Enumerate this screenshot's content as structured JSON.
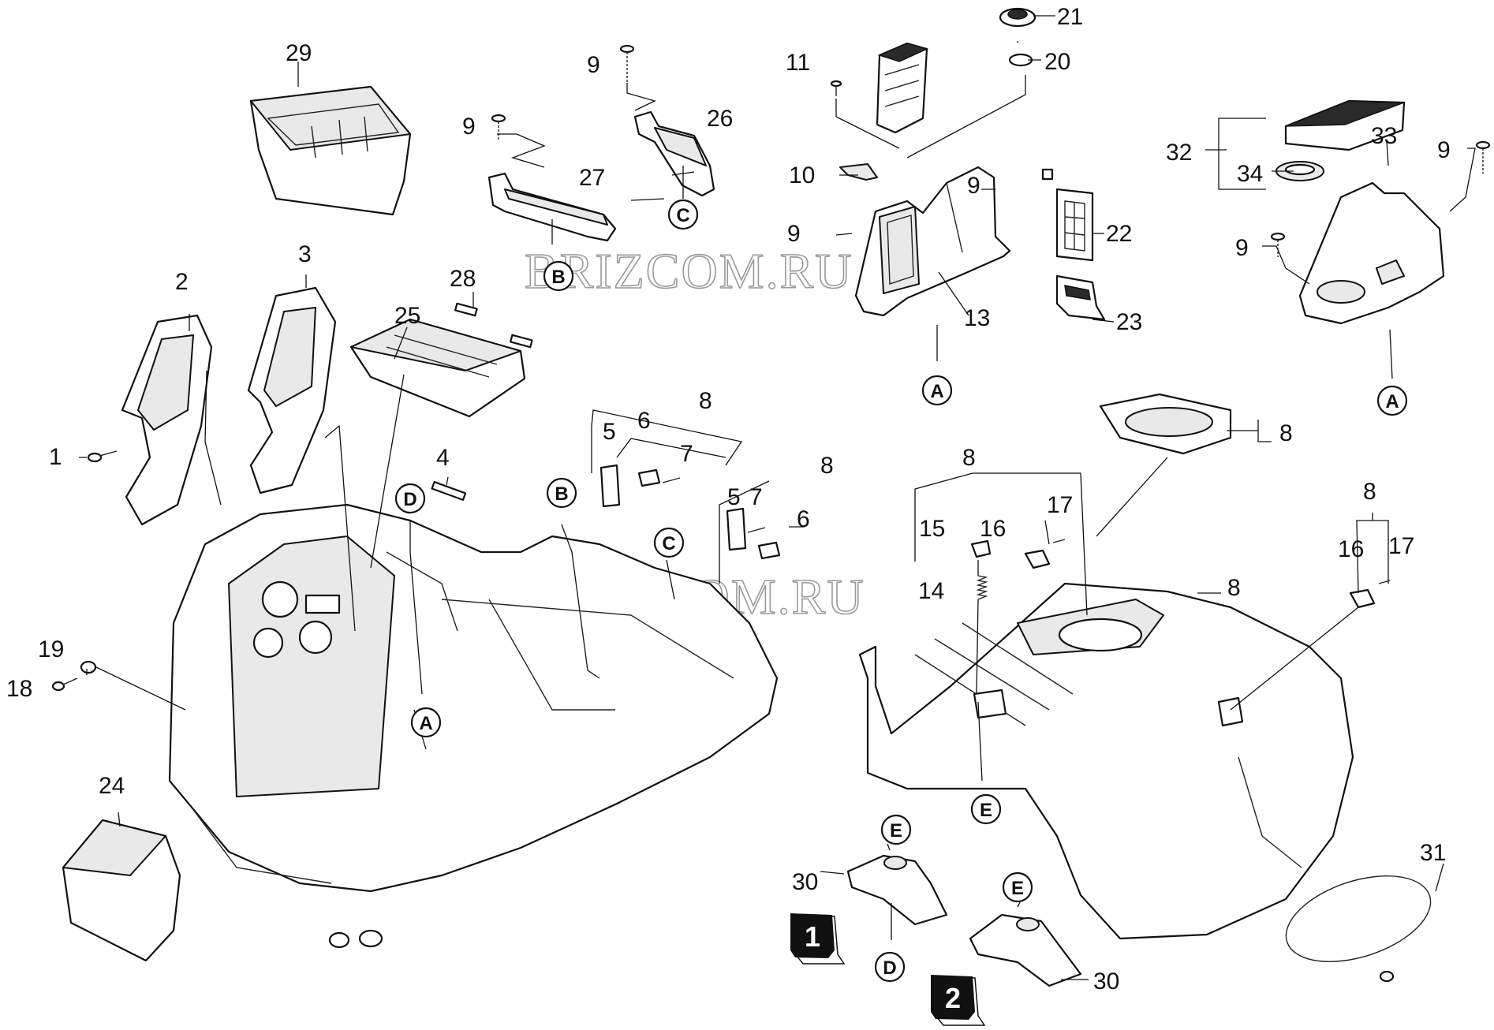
{
  "watermark": {
    "upper": "BRIZCOM.RU",
    "middle": "BRIZCOM.RU"
  },
  "callouts": {
    "c1": "1",
    "c2": "2",
    "c3": "3",
    "c4": "4",
    "c5a": "5",
    "c5b": "5",
    "c6a": "6",
    "c6b": "6",
    "c7a": "7",
    "c7b": "7",
    "c8a": "8",
    "c8b": "8",
    "c8c": "8",
    "c8d": "8",
    "c8e": "8",
    "c8f": "8",
    "c9a": "9",
    "c9b": "9",
    "c9c": "9",
    "c9d": "9",
    "c9e": "9",
    "c9f": "9",
    "c10": "10",
    "c11": "11",
    "c13": "13",
    "c14": "14",
    "c15": "15",
    "c16a": "16",
    "c16b": "16",
    "c17a": "17",
    "c17b": "17",
    "c18": "18",
    "c19": "19",
    "c20": "20",
    "c21": "21",
    "c22": "22",
    "c23": "23",
    "c24": "24",
    "c25": "25",
    "c26": "26",
    "c27": "27",
    "c28": "28",
    "c29": "29",
    "c30a": "30",
    "c30b": "30",
    "c31": "31",
    "c32": "32",
    "c33": "33",
    "c34": "34"
  },
  "reference_letters": {
    "a1": "A",
    "a2": "A",
    "a3": "A",
    "b1": "B",
    "b2": "B",
    "c1": "C",
    "c2": "C",
    "d1": "D",
    "d2": "D",
    "e1": "E",
    "e2": "E",
    "e3": "E"
  },
  "variant_badges": {
    "v1": "1",
    "v2": "2"
  }
}
